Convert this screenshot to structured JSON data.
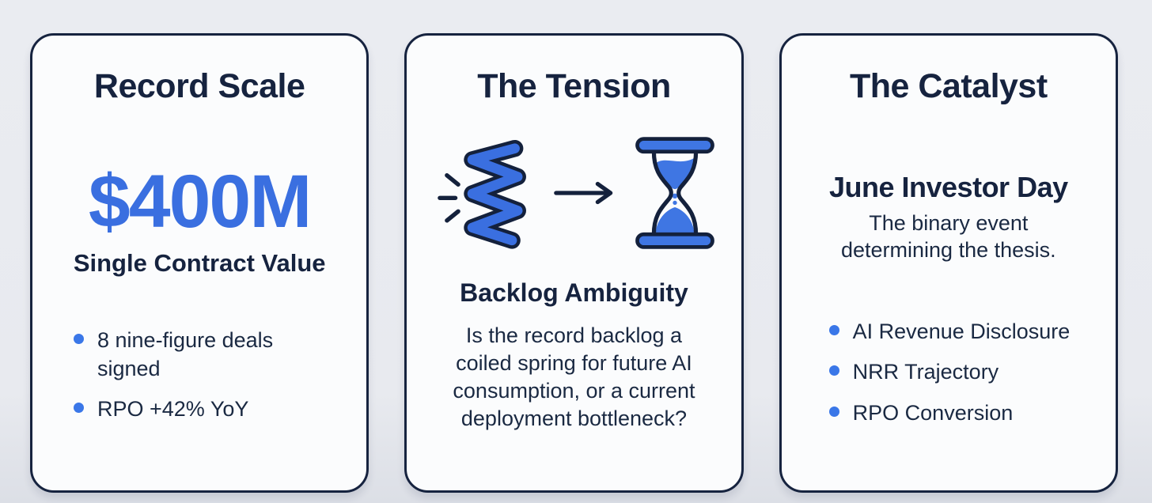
{
  "colors": {
    "page_bg": "#e9ebef",
    "card_bg": "#fbfcfd",
    "card_border": "#16233f",
    "heading_navy": "#16233f",
    "body_navy": "#1a2942",
    "accent_blue": "#3a6fe0",
    "bullet_blue": "#3a77e8"
  },
  "cards": [
    {
      "title": "Record Scale",
      "stat_value": "$400M",
      "stat_label": "Single Contract Value",
      "bullets": [
        "8 nine-figure deals signed",
        "RPO +42% YoY"
      ]
    },
    {
      "title": "The Tension",
      "icons": [
        "compressed-spring-icon",
        "arrow-right-icon",
        "hourglass-icon"
      ],
      "subheading": "Backlog Ambiguity",
      "body": "Is the record backlog a coiled spring for future AI consumption, or a current deployment bottleneck?"
    },
    {
      "title": "The Catalyst",
      "subheading": "June Investor Day",
      "subtext": "The binary event determining the thesis.",
      "bullets": [
        "AI Revenue Disclosure",
        "NRR Trajectory",
        "RPO Conversion"
      ]
    }
  ]
}
